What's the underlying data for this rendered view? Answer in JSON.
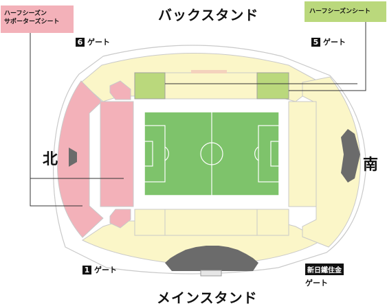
{
  "stands": {
    "back": "バックスタンド",
    "main": "メインスタンド",
    "north": "北",
    "south": "南"
  },
  "legend": {
    "half_season_supporter": [
      "ハーフシーズン",
      "サポーターズシート"
    ],
    "half_season": "ハーフシーズンシート"
  },
  "gates": {
    "gate1": {
      "number": "1",
      "label": "ゲート"
    },
    "gate5": {
      "number": "5",
      "label": "ゲート"
    },
    "gate6": {
      "number": "6",
      "label": "ゲート"
    },
    "sponsor": {
      "name": "新日鐵住金",
      "label": "ゲート"
    }
  },
  "colors": {
    "stand_fill": "#fbf6c8",
    "north_pink": "#f3b1b9",
    "half_season_green": "#bad87c",
    "pitch": "#7ec36b",
    "dark_gray": "#6b6b6b"
  }
}
